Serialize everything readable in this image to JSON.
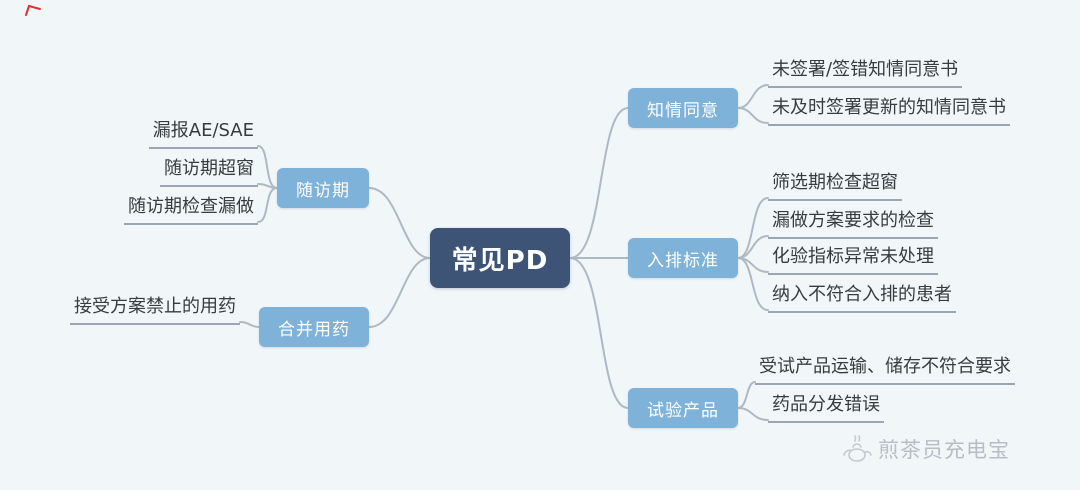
{
  "root": {
    "label": "常见PD"
  },
  "branches": [
    {
      "label": "随访期",
      "side": "left",
      "leaves": [
        "漏报AE/SAE",
        "随访期超窗",
        "随访期检查漏做"
      ]
    },
    {
      "label": "合并用药",
      "side": "left",
      "leaves": [
        "接受方案禁止的用药"
      ]
    },
    {
      "label": "知情同意",
      "side": "right",
      "leaves": [
        "未签署/签错知情同意书",
        "未及时签署更新的知情同意书"
      ]
    },
    {
      "label": "入排标准",
      "side": "right",
      "leaves": [
        "筛选期检查超窗",
        "漏做方案要求的检查",
        "化验指标异常未处理",
        "纳入不符合入排的患者"
      ]
    },
    {
      "label": "试验产品",
      "side": "right",
      "leaves": [
        "受试产品运输、储存不符合要求",
        "药品分发错误"
      ]
    }
  ],
  "watermark": {
    "text": "煎茶员充电宝"
  },
  "colors": {
    "background": "#f1f6f9",
    "root_bg": "#3d5477",
    "branch_bg": "#7eb2d8",
    "connector": "#aeb9c3",
    "leaf_underline": "#9aa6b2",
    "leaf_text": "#373c41",
    "watermark_text": "#b6bdc5",
    "corner_mark": "#e03030"
  }
}
